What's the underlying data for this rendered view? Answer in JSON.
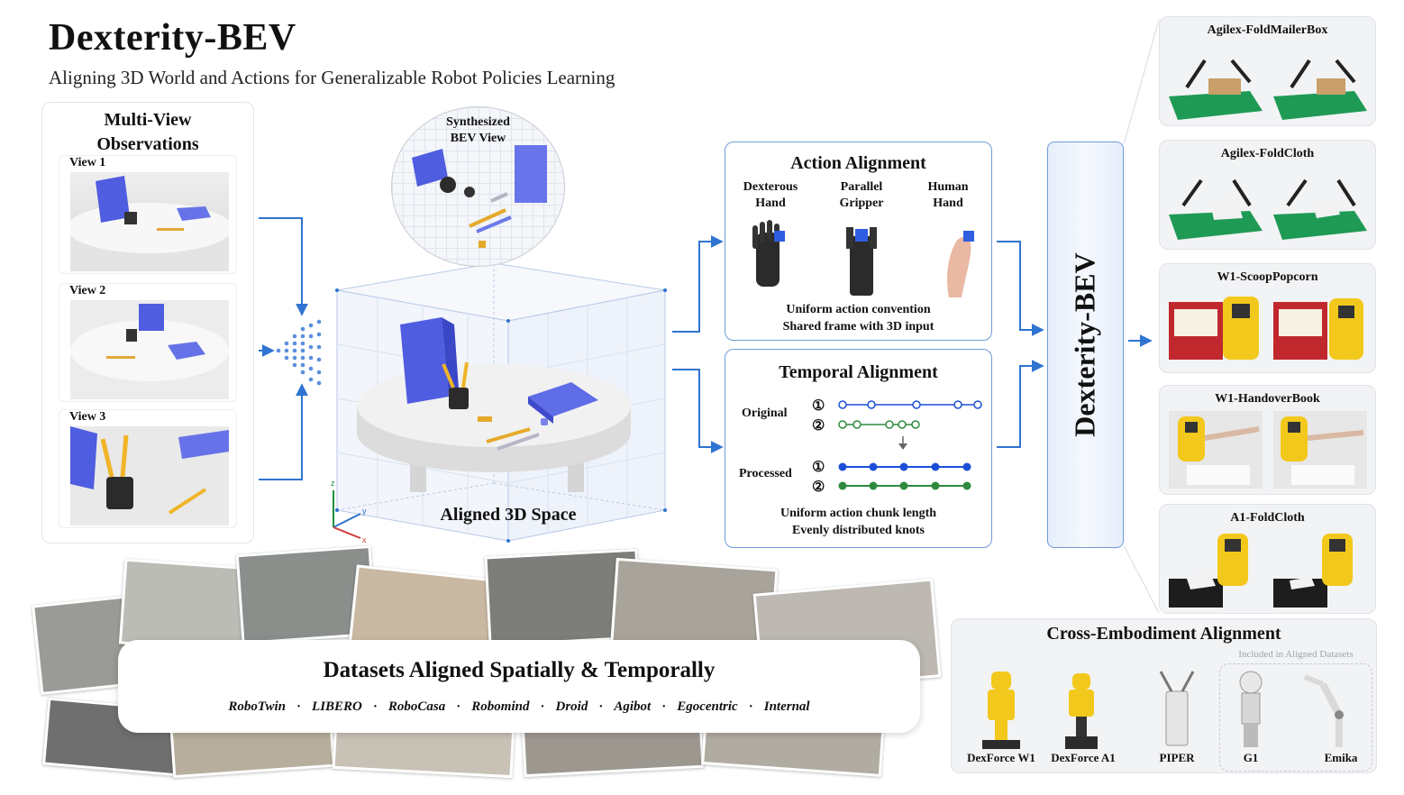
{
  "header": {
    "title": "Dexterity-BEV",
    "subtitle": "Aligning 3D World and Actions for Generalizable Robot Policies Learning"
  },
  "multi_view": {
    "title": "Multi-View Observations",
    "views": [
      "View 1",
      "View 2",
      "View 3"
    ]
  },
  "bev": {
    "title": "Synthesized BEV View"
  },
  "space": {
    "title": "Aligned 3D Space",
    "axes": [
      "z",
      "y",
      "x"
    ]
  },
  "action_alignment": {
    "title": "Action Alignment",
    "columns": [
      "Dexterous Hand",
      "Parallel Gripper",
      "Human Hand"
    ],
    "caption_1": "Uniform action convention",
    "caption_2": "Shared frame with 3D input"
  },
  "temporal_alignment": {
    "title": "Temporal Alignment",
    "original_label": "Original",
    "processed_label": "Processed",
    "track_1": "①",
    "track_2": "②",
    "caption_1": "Uniform action chunk length",
    "caption_2": "Evenly distributed knots"
  },
  "model": {
    "label": "Dexterity-BEV"
  },
  "tasks": [
    "Agilex-FoldMailerBox",
    "Agilex-FoldCloth",
    "W1-ScoopPopcorn",
    "W1-HandoverBook",
    "A1-FoldCloth"
  ],
  "datasets": {
    "title": "Datasets Aligned Spatially & Temporally",
    "separator": "·",
    "names": [
      "RoboTwin",
      "LIBERO",
      "RoboCasa",
      "Robomind",
      "Droid",
      "Agibot",
      "Egocentric",
      "Internal"
    ]
  },
  "cross_embodiment": {
    "title": "Cross-Embodiment Alignment",
    "included_label": "Included in Aligned Datasets",
    "robots": [
      "DexForce W1",
      "DexForce A1",
      "PIPER",
      "G1",
      "Emika"
    ]
  },
  "colors": {
    "accent_blue": "#2f74d0",
    "track_1": "#1c4fd6",
    "track_2": "#2e8b3d",
    "robot_yellow": "#f2c81c",
    "table_green": "#1f9a55"
  }
}
